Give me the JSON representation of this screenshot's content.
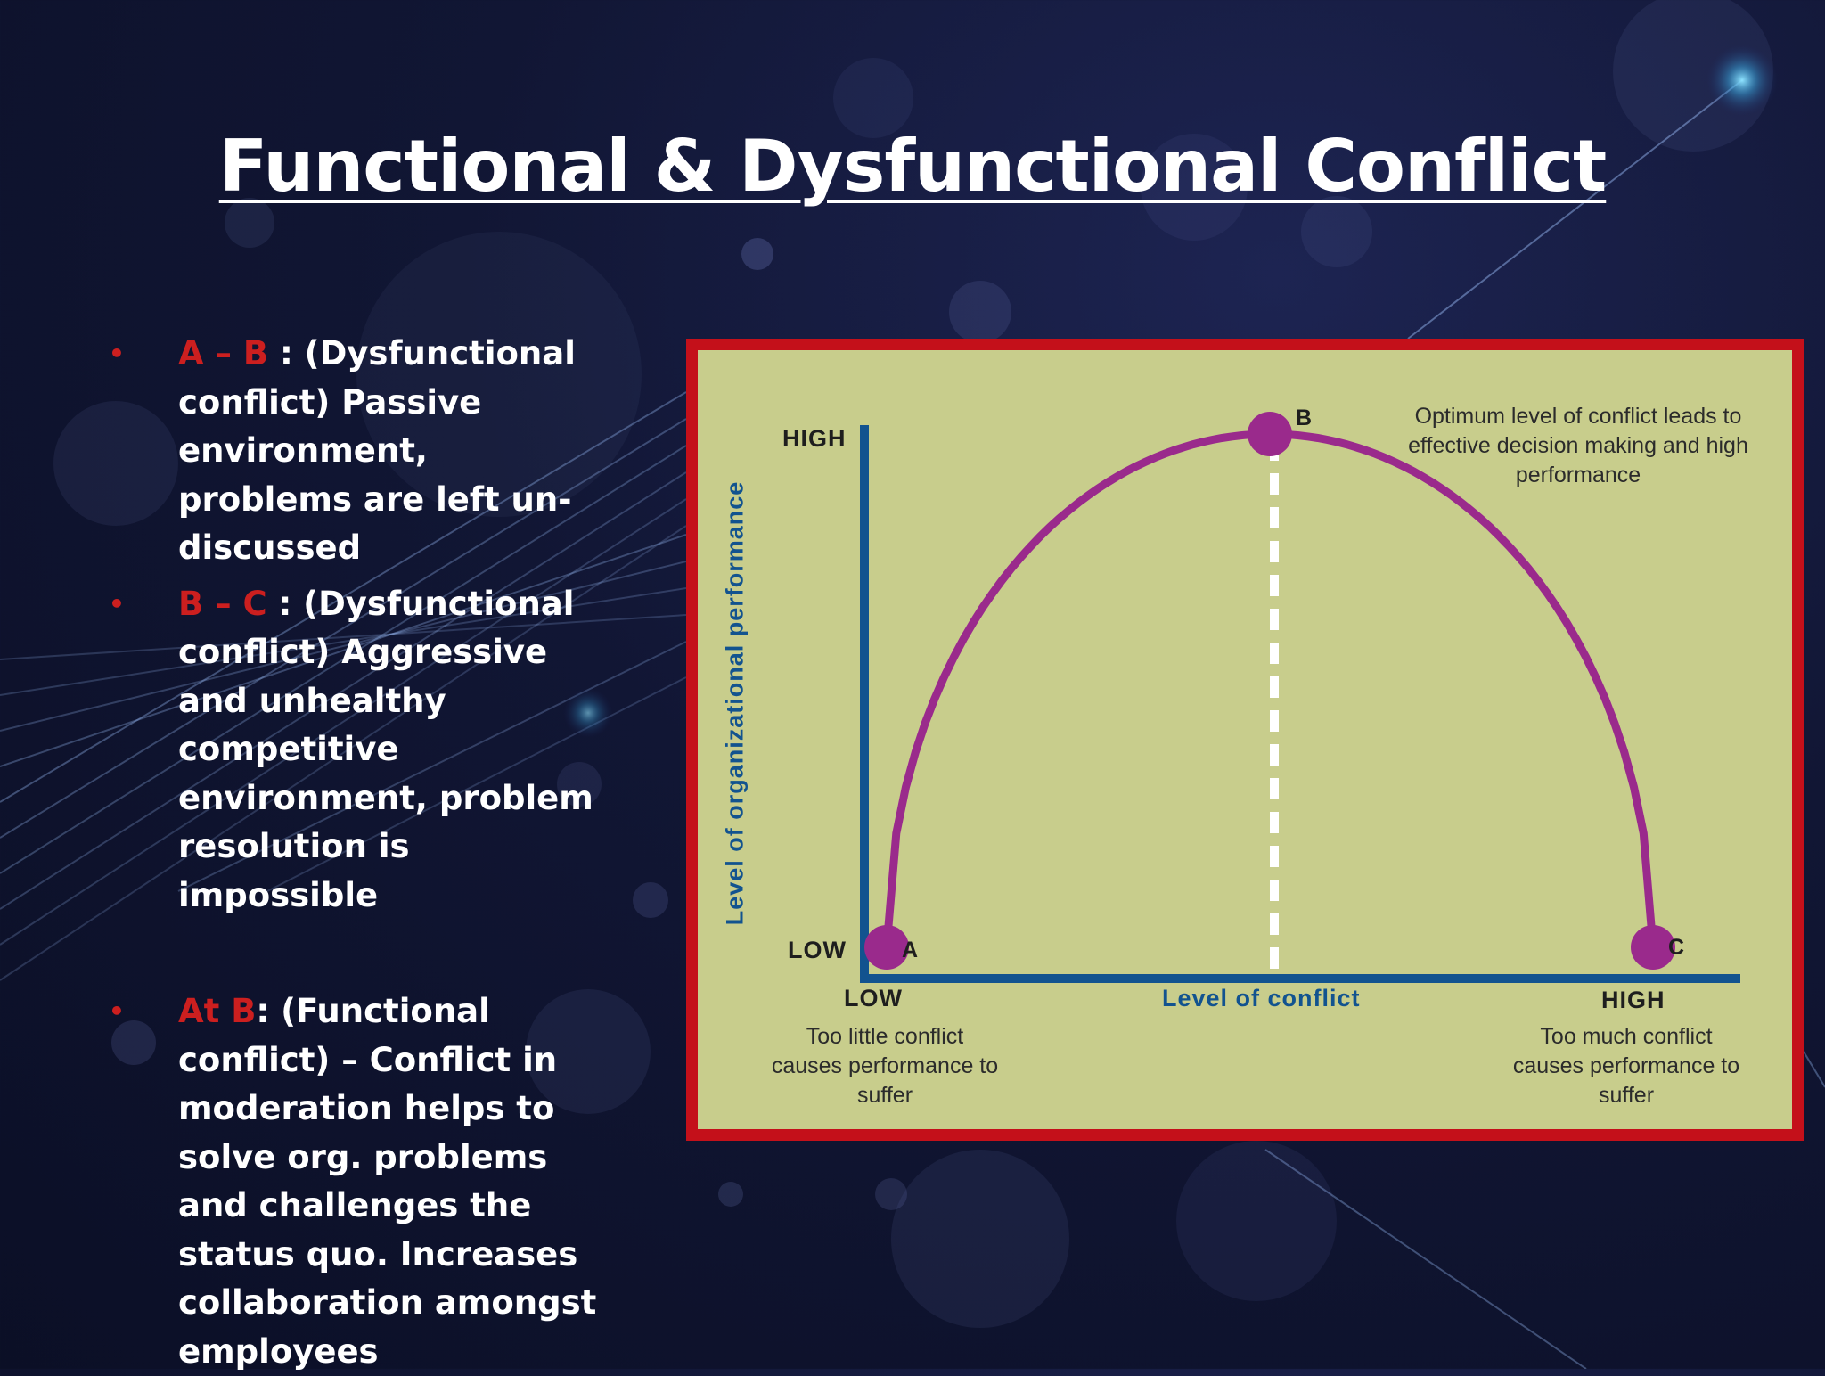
{
  "slide": {
    "title": "Functional & Dysfunctional Conflict"
  },
  "bullets": [
    {
      "key": "A – B",
      "text": " : (Dysfunctional conflict) Passive environment, problems are left un-discussed"
    },
    {
      "key": "B – C",
      "text": " : (Dysfunctional conflict) Aggressive and unhealthy competitive environment, problem resolution is impossible"
    },
    {
      "key": "At B",
      "text": ": (Functional conflict) – Conflict in moderation helps to solve org. problems and challenges the status quo. Increases collaboration amongst employees"
    }
  ],
  "bullet_marker": "•",
  "diagram": {
    "y_axis_title": "Level of organizational performance",
    "y_high": "HIGH",
    "y_low": "LOW",
    "x_axis_title": "Level of conflict",
    "x_low": "LOW",
    "x_high": "HIGH",
    "points": [
      {
        "label": "A",
        "conflict": 0,
        "performance": 0
      },
      {
        "label": "B",
        "conflict": 0.5,
        "performance": 1
      },
      {
        "label": "C",
        "conflict": 1,
        "performance": 0
      }
    ],
    "note_optimum": "Optimum level of conflict leads to effective decision making and high performance",
    "note_low": "Too little conflict causes performance to suffer",
    "note_high": "Too much conflict causes performance to suffer",
    "colors": {
      "border": "#c4101a",
      "panel_bg": "#c8cd8c",
      "curve": "#9a2a8c",
      "axis": "#12538f",
      "key_text": "#cc1f1f"
    }
  }
}
